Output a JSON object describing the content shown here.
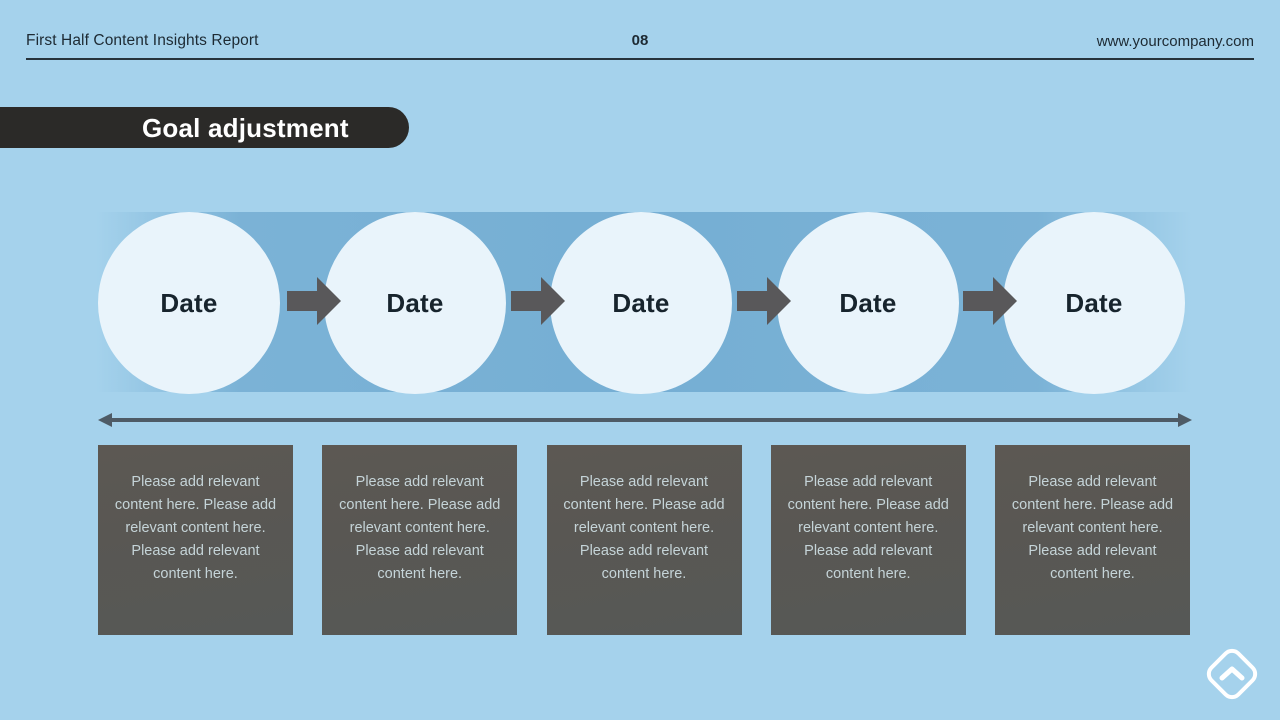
{
  "theme": {
    "background": "#a5d2ec",
    "band": "#6da8cf",
    "circle_fill": "#e9f4fb",
    "ink": "#1d2a33",
    "pill_bg": "#2b2a28",
    "pill_text": "#ffffff",
    "arrow": "#59585a",
    "box_bg": "#595753",
    "box_text": "#c5d4d8"
  },
  "header": {
    "title": "First Half Content Insights Report",
    "page_number": "08",
    "website": "www.yourcompany.com"
  },
  "title_banner": {
    "label": "Goal adjustment"
  },
  "timeline": {
    "milestones": [
      {
        "label": "Date"
      },
      {
        "label": "Date"
      },
      {
        "label": "Date"
      },
      {
        "label": "Date"
      },
      {
        "label": "Date"
      }
    ],
    "axis": {
      "icon_left": "arrow-left-icon",
      "icon_right": "arrow-right-icon"
    },
    "step_arrow_icon": "arrow-right-block-icon"
  },
  "content_boxes": [
    {
      "text": "Please add relevant content here. Please add relevant content here. Please add relevant content here."
    },
    {
      "text": "Please add relevant content here. Please add relevant content here. Please add relevant content here."
    },
    {
      "text": "Please add relevant content here. Please add relevant content here. Please add relevant content here."
    },
    {
      "text": "Please add relevant content here. Please add relevant content here. Please add relevant content here."
    },
    {
      "text": "Please add relevant content here. Please add relevant content here. Please add relevant content here."
    }
  ],
  "logo": {
    "icon": "diamond-chevron-up-logo"
  }
}
